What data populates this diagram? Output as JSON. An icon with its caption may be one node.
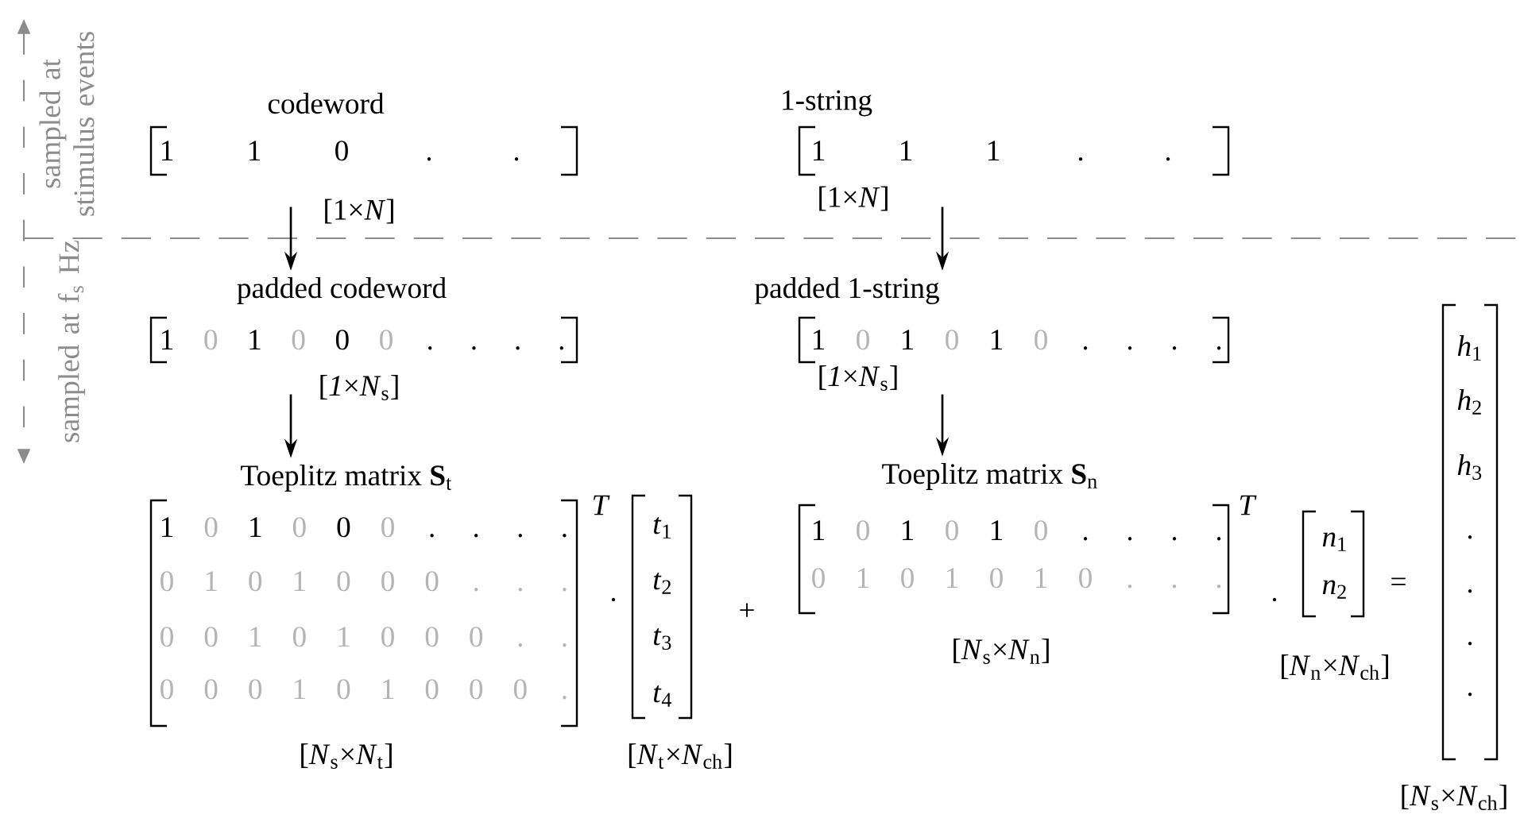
{
  "diagram": {
    "nodes": [
      {
        "text": [
          "codeword",
          "1",
          "1",
          "0",
          ".",
          ".",
          "[1×*N*]"
        ]
      },
      {
        "text": [
          "1-string",
          "1",
          "1",
          "1",
          ".",
          ".",
          "[1×*N*]"
        ]
      },
      {
        "text": [
          "padded codeword",
          "1",
          "0",
          "1",
          "0",
          "0",
          "0",
          ".",
          ".",
          ".",
          ".",
          "[*1*×*N*$_{s}$]"
        ]
      },
      {
        "text": [
          "padded 1-string",
          "1",
          "0",
          "1",
          "0",
          "1",
          "0",
          ".",
          ".",
          ".",
          ".",
          "[*1*×*N*$_{s}$]"
        ]
      },
      {
        "text": [
          "Toeplitz matrix **S**$_{t}$",
          "1",
          "0",
          "1",
          "0",
          "0",
          "0",
          ".",
          ".",
          ".",
          ".",
          "0",
          "1",
          "0",
          "1",
          "0",
          "0",
          "0",
          ".",
          ".",
          ".",
          "0",
          "0",
          "1",
          "0",
          "1",
          "0",
          "0",
          "0",
          ".",
          ".",
          "0",
          "0",
          "0",
          "1",
          "0",
          "1",
          "0",
          "0",
          "0",
          ".",
          "*T*",
          "[*N*$_{s}$×*N*$_{t}$]"
        ]
      },
      {
        "text": [
          "*t*$_{1}$",
          "*t*$_{2}$",
          "*t*$_{3}$",
          "*t*$_{4}$",
          "[*N*$_{t}$×*N*$_{ch}$]"
        ]
      },
      {
        "text": [
          "Toeplitz matrix **S**$_{n}$",
          "1",
          "0",
          "1",
          "0",
          "1",
          "0",
          ".",
          ".",
          ".",
          ".",
          "0",
          "1",
          "0",
          "1",
          "0",
          "1",
          "0",
          ".",
          ".",
          ".",
          "*T*",
          "[*N*$_{s}$×*N*$_{n}$]"
        ]
      },
      {
        "text": [
          "*n*$_{1}$",
          "*n*$_{2}$",
          "[*N*$_{n}$×*N*$_{ch}$]"
        ]
      },
      {
        "text": [
          "*h*$_{1}$",
          "*h*$_{2}$",
          "*h*$_{3}$",
          ".",
          ".",
          ".",
          ".",
          "[*N*$_{s}$×*N*$_{ch}$]"
        ]
      }
    ],
    "edges": [
      {
        "from": 0,
        "to": 2,
        "arrow": "to"
      },
      {
        "from": 2,
        "to": 4,
        "arrow": "to"
      },
      {
        "from": 1,
        "to": 3,
        "arrow": "to"
      },
      {
        "from": 3,
        "to": 6,
        "arrow": "to"
      }
    ],
    "labels": [
      "sampled at stimulus events",
      "sampled at f$_{s}$ Hz",
      "·",
      "+",
      "·",
      "="
    ]
  }
}
